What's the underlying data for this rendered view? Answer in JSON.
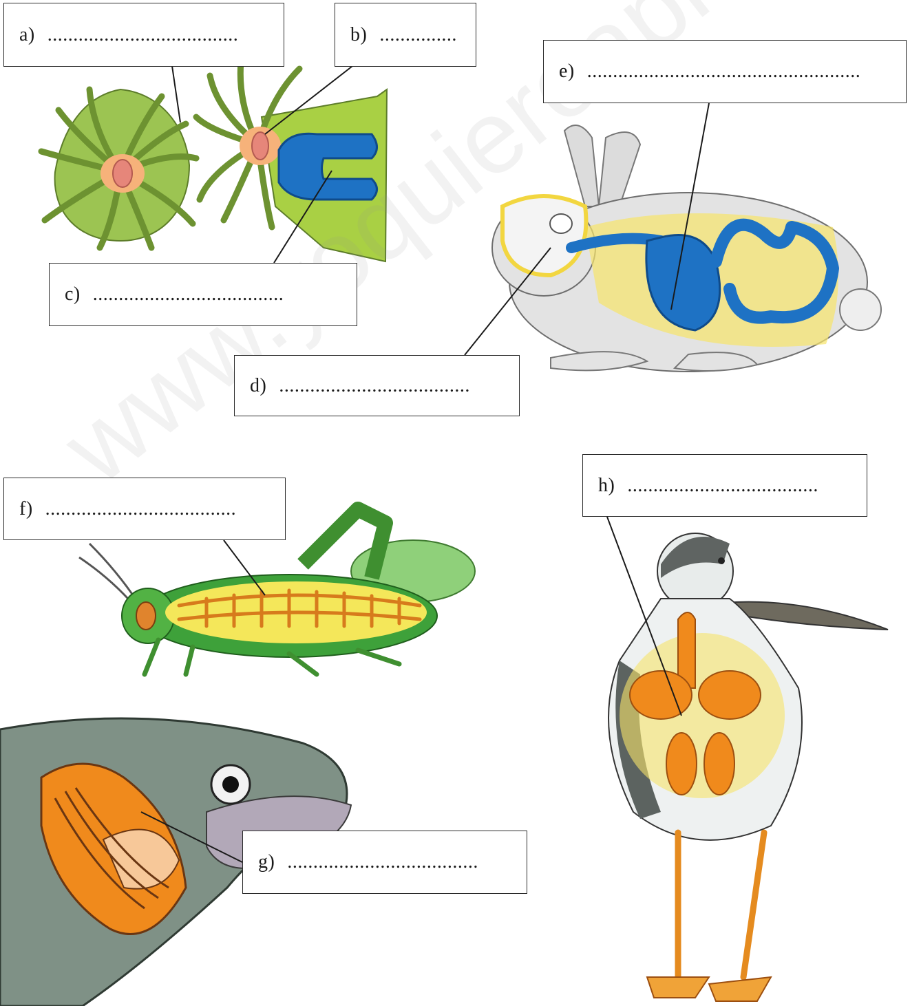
{
  "labels": {
    "a": {
      "letter": "a)",
      "blank": "....................................."
    },
    "b": {
      "letter": "b)",
      "blank": "..............."
    },
    "c": {
      "letter": "c)",
      "blank": "....................................."
    },
    "d": {
      "letter": "d)",
      "blank": "....................................."
    },
    "e": {
      "letter": "e)",
      "blank": "....................................................."
    },
    "f": {
      "letter": "f)",
      "blank": "....................................."
    },
    "g": {
      "letter": "g)",
      "blank": "....................................."
    },
    "h": {
      "letter": "h)",
      "blank": "....................................."
    }
  },
  "watermark": "www.yoquieroaprobar.es",
  "colors": {
    "anemone_tentacle": "#8fb84a",
    "digestive_blue": "#1e72c4",
    "highlight_yellow": "#f7e46a",
    "respiratory_orange": "#f08a1c",
    "rabbit_fur": "#e3e3e3",
    "fish_body": "#7f9186"
  }
}
